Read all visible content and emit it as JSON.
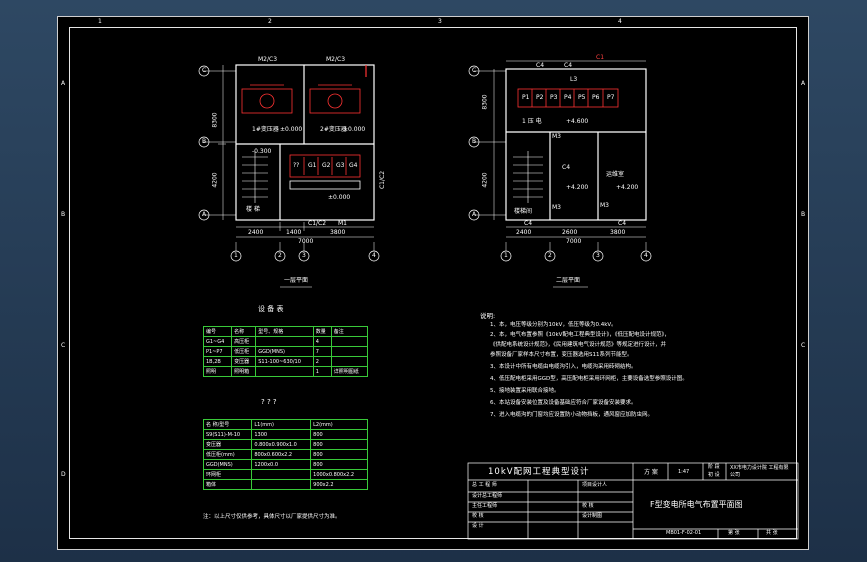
{
  "border_marks": {
    "top": [
      "1",
      "2",
      "3",
      "4"
    ],
    "sides": [
      "A",
      "B",
      "C",
      "D"
    ]
  },
  "floor1": {
    "axes_x": [
      "1",
      "2",
      "3",
      "4"
    ],
    "axes_y": [
      "A",
      "B",
      "C"
    ],
    "top_labels": [
      "M2/C3",
      "M2/C3"
    ],
    "side_dims": [
      "8300",
      "4200"
    ],
    "bottom_dims": [
      "2400",
      "1400",
      "3800"
    ],
    "total_dim": "7000",
    "rooms": [
      "1#变压器",
      "2#变压器",
      "楼 梯"
    ],
    "levels": [
      "±0.000",
      "±0.000",
      "±0.000",
      "-0.300"
    ],
    "panels": [
      "??",
      "G1",
      "G2",
      "G3",
      "G4"
    ],
    "bottom_tags": [
      "C1/C2",
      "M1"
    ],
    "right_tag": "C1/C2",
    "caption": "一层平面"
  },
  "floor2": {
    "axes_x": [
      "1",
      "2",
      "3",
      "4"
    ],
    "axes_y": [
      "A",
      "B",
      "C"
    ],
    "top_labels": [
      "C4",
      "C4",
      "C1"
    ],
    "top_dim": "L3",
    "side_dims": [
      "8300",
      "4200"
    ],
    "bottom_dims": [
      "2400",
      "2600",
      "3800"
    ],
    "total_dim": "7000",
    "panels": [
      "P1",
      "P2",
      "P3",
      "P4",
      "P5",
      "P6",
      "P7"
    ],
    "room_title": "1 压 电",
    "rooms": [
      "楼梯间",
      "",
      "运维室"
    ],
    "levels": [
      "+4.600",
      "+4.200",
      "+4.200"
    ],
    "tags": [
      "M3",
      "M3",
      "C4",
      "C4",
      "C4",
      "M3"
    ],
    "caption": "二层平面"
  },
  "equipment_table": {
    "title": "设 备 表",
    "header": [
      "编号",
      "名称",
      "型号、规格",
      "数量",
      "备注"
    ],
    "rows": [
      [
        "G1~G4",
        "高压柜",
        "",
        "4",
        ""
      ],
      [
        "P1~P7",
        "低压柜",
        "GGD(MNS)",
        "7",
        ""
      ],
      [
        "1B,2B",
        "变压器",
        "S11-100~630/10",
        "2",
        ""
      ],
      [
        "照明",
        "照明箱",
        "",
        "1",
        "详照明图纸"
      ]
    ]
  },
  "q_table": {
    "title": "? ? ?",
    "header": [
      "名 称/型号",
      "L1(mm)",
      "L2(mm)"
    ],
    "rows": [
      [
        "S9(S11)-M-10",
        "1300",
        "800"
      ],
      [
        "变压器",
        "0.800x0.900x1.0",
        "800"
      ],
      [
        "低压柜(mm)",
        "800x0.600x2.2",
        "800"
      ],
      [
        "GGD(MNS)",
        "1200x0.0",
        "800"
      ],
      [
        "环网柜",
        "",
        "1000x0.800x2.2"
      ],
      [
        "箱体",
        "",
        "900x2.2"
      ]
    ],
    "note": "注：以上尺寸仅供参考，具体尺寸以厂家提供尺寸为准。"
  },
  "notes": {
    "title": "说明:",
    "lines": [
      "1、本，电压等级分别为10kV，低压等级为0.4kV。",
      "2、本，电气布置参照《10kV配电工程典型设计》，《低压配电设计规范》，",
      "   《供配电系统设计规范》，《民用建筑电气设计规范》等规定进行设计，并",
      "   参照设备厂家样本尺寸布置，变压器选用S11系列节能型。",
      "3、本设计中所有电缆由电缆沟引入，电缆沟采用砖砌结构。",
      "4、低压配电柜采用GGD型，高压配电柜采用环网柜，主要设备选型参照设计图。",
      "5、接地装置采用联合接地。",
      "6、本站设备安装位置及设备基础应符合厂家设备安装要求。",
      "7、进入电缆沟的门窗均应设置防小动物挡板，通风窗应加防虫网。"
    ]
  },
  "title_block": {
    "project": "10kV配网工程典型设计",
    "phase": "方 案",
    "scale": "1:47",
    "stage_label": "阶 段",
    "stage_value": "初 设",
    "company": "XX市电力设计院 工程有限公司",
    "drawing_title": "F型变电所电气布置平面图",
    "rows_left": [
      "总 工 程 师",
      "设计总工程师",
      "主任工程师",
      "校 核",
      "设 计"
    ],
    "rows_mid": [
      "项目设计人",
      "",
      "校 核",
      "设计制图",
      ""
    ],
    "drawing_no": "MB01-F-02-01",
    "sheet_label": "第 张",
    "sheet_value": "共 张"
  },
  "colors": {
    "wall": "#ffffff",
    "dim": "#ffffff",
    "axis": "#ffffff",
    "panel": "#ff3030",
    "table": "#39c939",
    "inner_wall": "#ffee44"
  }
}
